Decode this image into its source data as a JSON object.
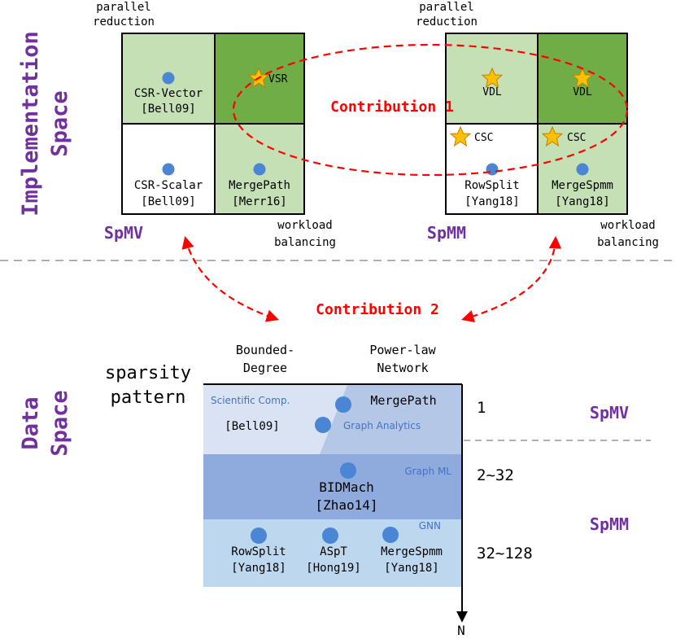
{
  "colors": {
    "purple": "#7030a0",
    "red": "#ff0000",
    "light_green": "#c5e0b4",
    "dark_green": "#70ad47",
    "blue_dot": "#4a86d4",
    "star": "#ffc000",
    "band_light": "#dae3f3",
    "band_mid": "#b4c7e7",
    "band_dark": "#8faadc",
    "band_pale": "#bdd7ee",
    "label_blue": "#4472c4"
  },
  "side_labels": {
    "impl_line1": "Implementation",
    "impl_line2": "Space",
    "data_line1": "Data",
    "data_line2": "Space"
  },
  "spmv_grid": {
    "top_axis": [
      "parallel",
      "reduction"
    ],
    "right_axis": [
      "workload",
      "balancing"
    ],
    "name": "SpMV",
    "cells": [
      {
        "name": "CSR-Vector",
        "cite": "[Bell09]"
      },
      {
        "name": "VSR",
        "cite": ""
      },
      {
        "name": "CSR-Scalar",
        "cite": "[Bell09]"
      },
      {
        "name": "MergePath",
        "cite": "[Merr16]"
      }
    ]
  },
  "spmm_grid": {
    "top_axis": [
      "parallel",
      "reduction"
    ],
    "right_axis": [
      "workload",
      "balancing"
    ],
    "name": "SpMM",
    "cells": [
      {
        "name": "VDL",
        "cite": ""
      },
      {
        "name": "VDL",
        "cite": ""
      },
      {
        "name": "CSC",
        "cite": ""
      },
      {
        "name": "CSC",
        "cite": ""
      },
      {
        "name": "RowSplit",
        "cite": "[Yang18]"
      },
      {
        "name": "MergeSpmm",
        "cite": "[Yang18]"
      }
    ]
  },
  "contributions": {
    "c1": "Contribution 1",
    "c2": "Contribution 2"
  },
  "data_space": {
    "col_bounded": [
      "Bounded-",
      "Degree"
    ],
    "col_powerlaw": [
      "Power-law",
      "Network"
    ],
    "y_title": [
      "sparsity",
      "pattern"
    ],
    "x_end": "N",
    "rows": [
      {
        "tag_left": "Scientific Comp.",
        "tag_right": "Graph Analytics",
        "value": "1"
      },
      {
        "tag": "Graph ML",
        "value": "2~32"
      },
      {
        "tag": "GNN",
        "value": "32~128"
      }
    ],
    "items": {
      "bell": "[Bell09]",
      "mergepath": "MergePath",
      "bidmach": "BIDMach",
      "zhao": "[Zhao14]",
      "rowsplit": "RowSplit",
      "rowsplit_cite": "[Yang18]",
      "aspt": "ASpT",
      "aspt_cite": "[Hong19]",
      "mergespmm": "MergeSpmm",
      "mergespmm_cite": "[Yang18]"
    },
    "labels_right": [
      "SpMV",
      "SpMM"
    ]
  }
}
